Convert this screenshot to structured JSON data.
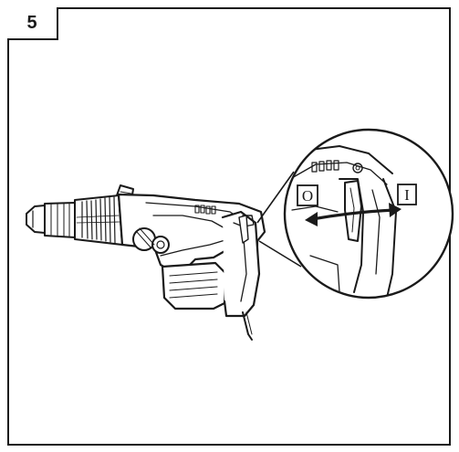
{
  "step": {
    "number": "5"
  },
  "figure": {
    "switch_off_label": "O",
    "switch_on_label": "I"
  },
  "colors": {
    "line": "#1a1a1a",
    "background": "#ffffff"
  },
  "icons": {
    "tool": "demolition-hammer-icon",
    "arrow": "double-arrow-icon"
  }
}
